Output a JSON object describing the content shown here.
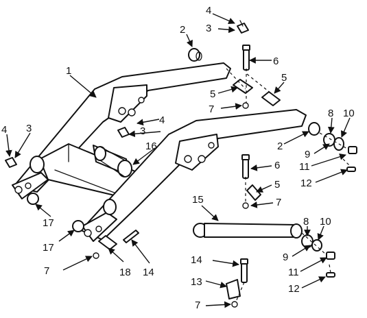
{
  "callouts": [
    "1",
    "2",
    "2",
    "3",
    "3",
    "3",
    "4",
    "4",
    "4",
    "5",
    "5",
    "5",
    "6",
    "6",
    "7",
    "7",
    "7",
    "7",
    "8",
    "8",
    "9",
    "9",
    "10",
    "10",
    "11",
    "11",
    "12",
    "12",
    "13",
    "14",
    "14",
    "15",
    "16",
    "17",
    "17",
    "18"
  ],
  "arrowhead_color": "#111111",
  "line_color": "#111111",
  "background": "#ffffff"
}
